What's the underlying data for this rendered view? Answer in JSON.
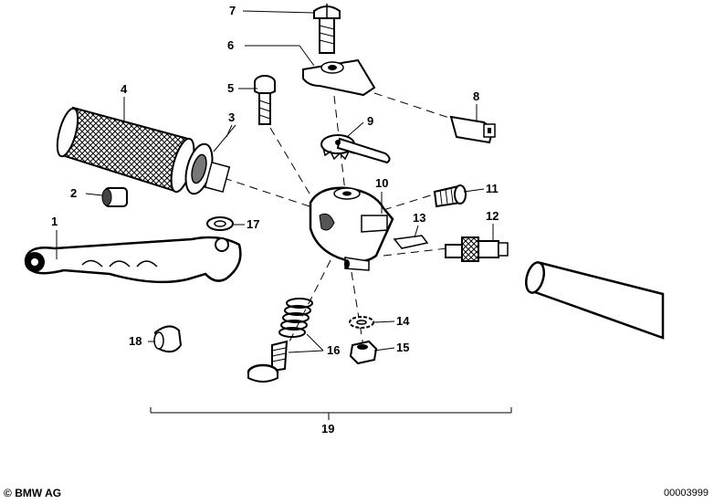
{
  "callouts": [
    "1",
    "2",
    "3",
    "4",
    "5",
    "6",
    "7",
    "8",
    "9",
    "10",
    "11",
    "12",
    "13",
    "14",
    "15",
    "16",
    "17",
    "18",
    "19"
  ],
  "footer": {
    "copyright_symbol": "©",
    "brand": "BMW AG",
    "diagram_number": "00003999"
  }
}
